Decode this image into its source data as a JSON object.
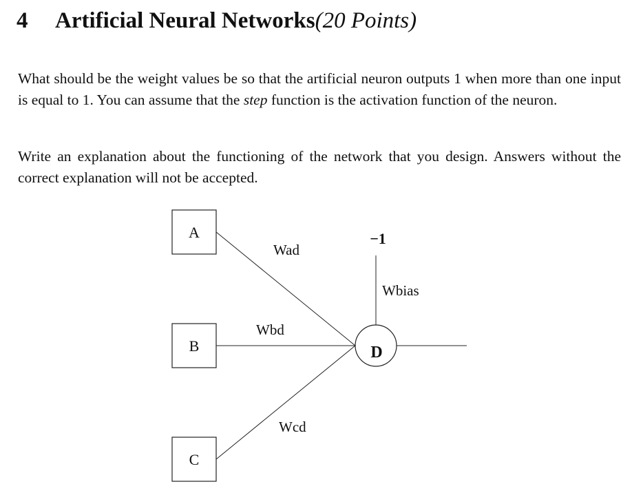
{
  "heading": {
    "number": "4",
    "title": "Artificial Neural Networks",
    "points": "(20 Points)"
  },
  "paragraphs": {
    "p1": {
      "before_step": "What should be the weight values be so that the artificial neuron outputs 1 when more than one input is equal to 1.  You can assume that the ",
      "step_word": "step",
      "after_step": " function is the activation function of the neuron."
    },
    "p2": "Write an explanation about the functioning of the network that you design.  Answers without the correct explanation will not be accepted."
  },
  "diagram": {
    "inputs": {
      "a": "A",
      "b": "B",
      "c": "C"
    },
    "neuron": "D",
    "bias_input": "−1",
    "weights": {
      "ad": "Wad",
      "bd": "Wbd",
      "cd": "Wcd",
      "bias": "Wbias"
    }
  }
}
